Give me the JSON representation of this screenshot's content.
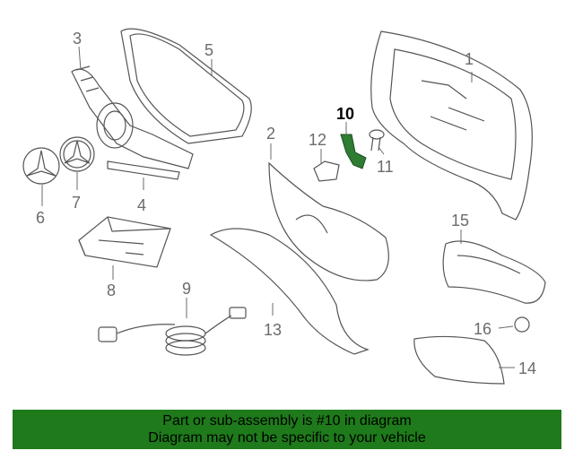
{
  "diagram": {
    "callouts": [
      {
        "id": "c1",
        "label": "1"
      },
      {
        "id": "c2",
        "label": "2"
      },
      {
        "id": "c3",
        "label": "3"
      },
      {
        "id": "c4",
        "label": "4"
      },
      {
        "id": "c5",
        "label": "5"
      },
      {
        "id": "c6",
        "label": "6"
      },
      {
        "id": "c7",
        "label": "7"
      },
      {
        "id": "c8",
        "label": "8"
      },
      {
        "id": "c9",
        "label": "9"
      },
      {
        "id": "c10",
        "label": "10"
      },
      {
        "id": "c11",
        "label": "11"
      },
      {
        "id": "c12",
        "label": "12"
      },
      {
        "id": "c13",
        "label": "13"
      },
      {
        "id": "c14",
        "label": "14"
      },
      {
        "id": "c15",
        "label": "15"
      },
      {
        "id": "c16",
        "label": "16"
      }
    ],
    "highlight_color": "#2e7d32"
  },
  "banner": {
    "line1": "Part or sub-assembly is #10 in diagram",
    "line2": "Diagram may not be specific to your vehicle",
    "color": "#1e7a1a"
  }
}
